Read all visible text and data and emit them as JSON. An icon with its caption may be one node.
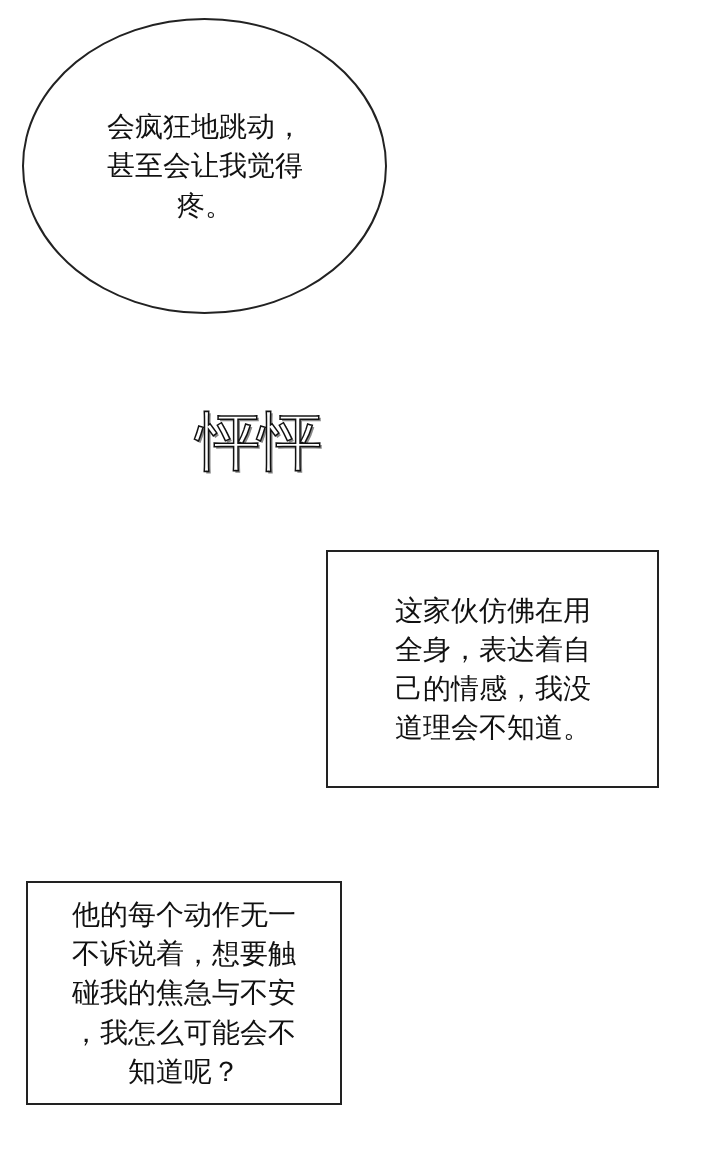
{
  "diagram": {
    "nodes": [
      {
        "text": [
          "会疯狂地跳动，甚至会让我觉得疼。"
        ]
      },
      {
        "text": [
          "这家伙仿佛在用全身，表达着自己的情感，我没道理会不知道。"
        ]
      },
      {
        "text": [
          "他的每个动作无一不诉说着，想要触碰我的焦急与不安，我怎么可能会不知道呢？"
        ]
      }
    ],
    "edges": [],
    "labels": [
      "怦怦"
    ]
  }
}
